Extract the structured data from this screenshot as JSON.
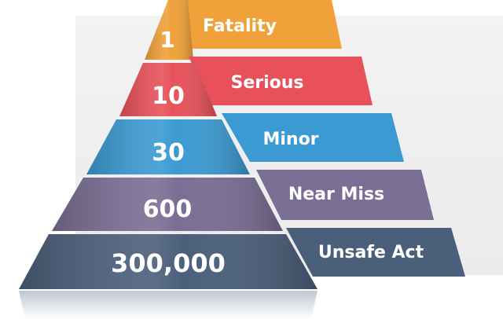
{
  "pyramid": {
    "levels": [
      {
        "count": "1",
        "label": "Fatality",
        "color": "#f0a13a",
        "dark": "#c97c1c"
      },
      {
        "count": "10",
        "label": "Serious",
        "color": "#e8515a",
        "dark": "#bf3139"
      },
      {
        "count": "30",
        "label": "Minor",
        "color": "#3b9ad2",
        "dark": "#1f76ab"
      },
      {
        "count": "600",
        "label": "Near Miss",
        "color": "#7a6e94",
        "dark": "#5a4f74"
      },
      {
        "count": "300,000",
        "label": "Unsafe Act",
        "color": "#4a5f7a",
        "dark": "#33445b"
      }
    ]
  }
}
